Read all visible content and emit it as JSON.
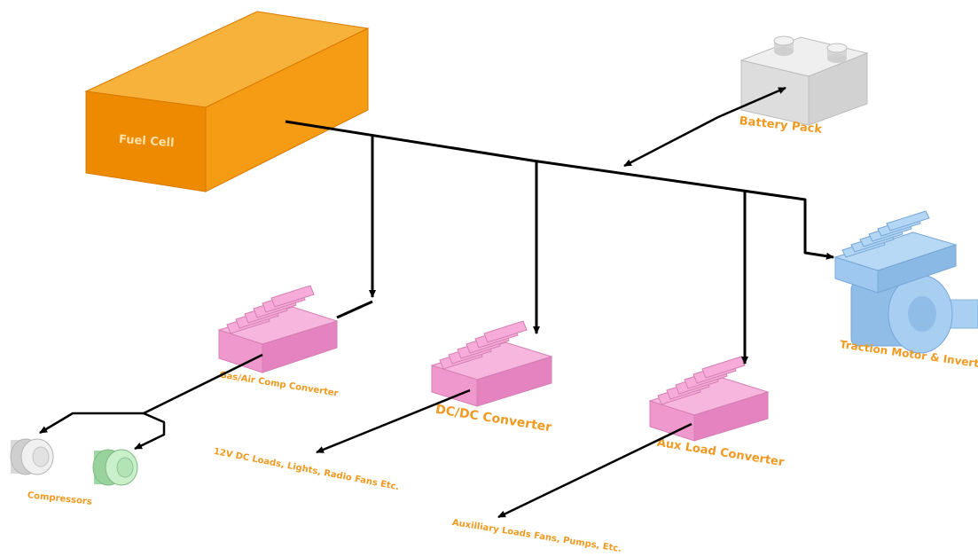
{
  "diagram": {
    "fuel_cell_label": "Fuel Cell",
    "battery_pack_label": "Battery Pack",
    "traction_motor_label": "Traction Motor & Inverter",
    "gas_air_converter_label": "Gas/Air Comp Converter",
    "dcdc_converter_label": "DC/DC Converter",
    "aux_load_converter_label": "Aux Load Converter",
    "compressors_label": "Compressors",
    "dc_loads_label": "12V DC Loads, Lights, Radio Fans Etc.",
    "aux_loads_label": "Auxilliary Loads Fans, Pumps, Etc."
  },
  "colors": {
    "fuel_cell_front": "#ee8a00",
    "fuel_cell_top": "#f7b23c",
    "fuel_cell_side": "#f59b14",
    "label_text": "#f09a22",
    "converter_pink": "#f29ad0",
    "motor_blue": "#9ec8f0",
    "battery_grey": "#d8d8d8",
    "compressor_green": "#b6e6b8",
    "wire": "#000000"
  }
}
